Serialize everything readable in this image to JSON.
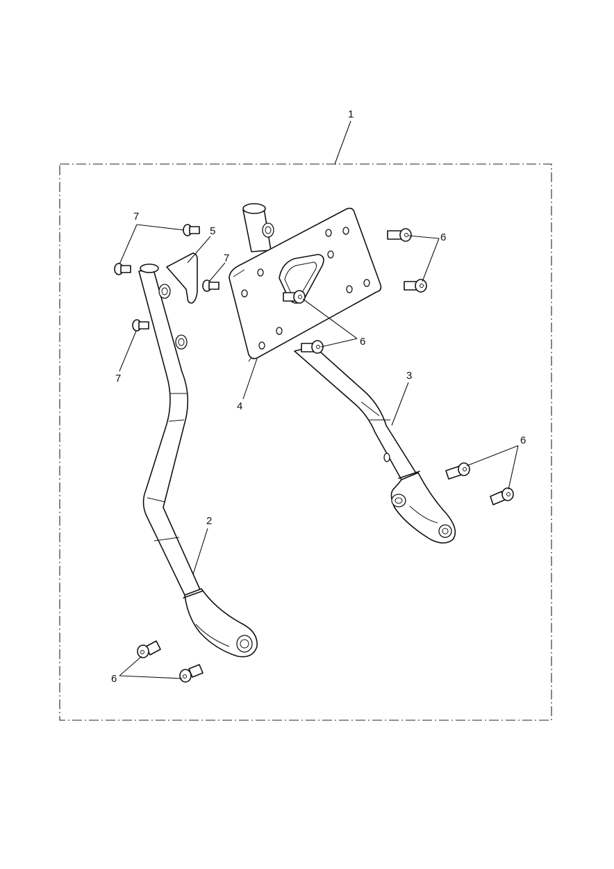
{
  "callouts": {
    "kit": "1",
    "left_bracket": "2",
    "right_bracket": "3",
    "plate": "4",
    "gusset": "5",
    "bolt_short": "7",
    "bolt_long": "6"
  }
}
